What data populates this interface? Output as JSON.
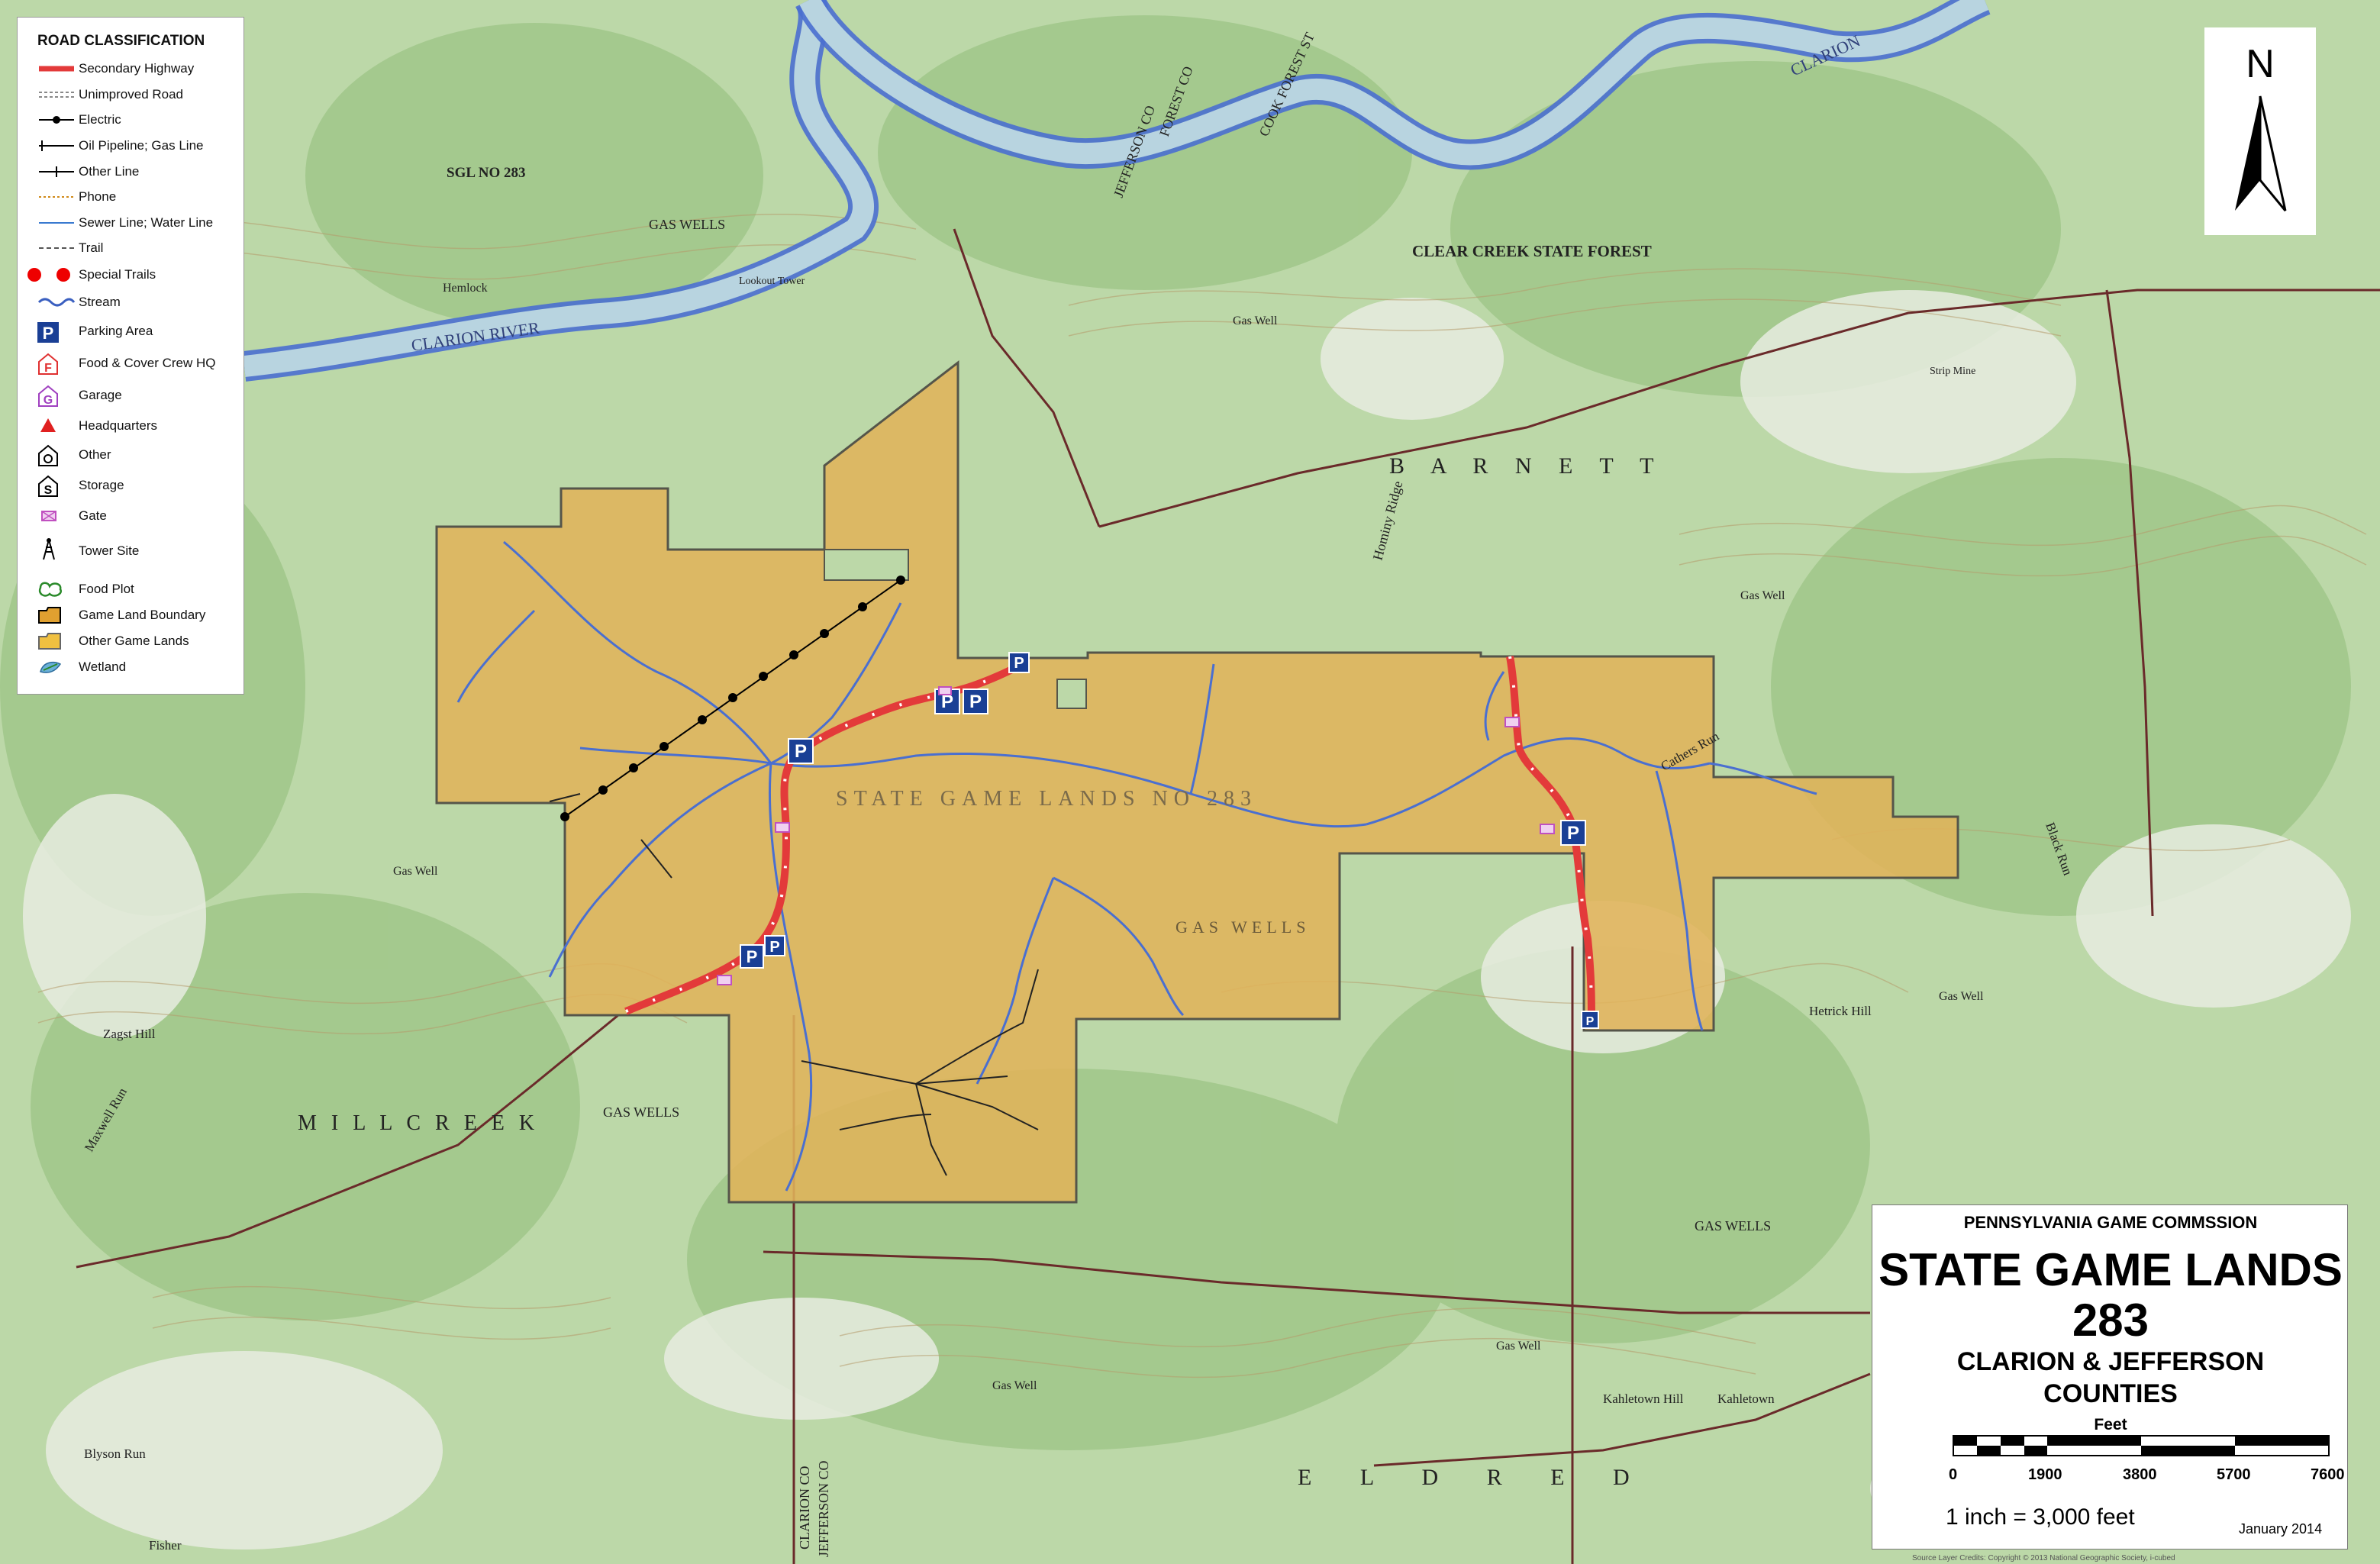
{
  "legend": {
    "title": "ROAD CLASSIFICATION",
    "items": [
      {
        "label": "Secondary Highway",
        "symbol": "secondary-highway-icon"
      },
      {
        "label": "Unimproved Road",
        "symbol": "unimproved-road-icon"
      },
      {
        "label": "Electric",
        "symbol": "electric-line-icon"
      },
      {
        "label": "Oil Pipeline; Gas Line",
        "symbol": "pipeline-icon"
      },
      {
        "label": "Other Line",
        "symbol": "other-line-icon"
      },
      {
        "label": "Phone",
        "symbol": "phone-line-icon"
      },
      {
        "label": "Sewer Line; Water Line",
        "symbol": "sewer-line-icon"
      },
      {
        "label": "Trail",
        "symbol": "trail-icon"
      },
      {
        "label": "Special Trails",
        "symbol": "special-trails-icon"
      },
      {
        "label": "Stream",
        "symbol": "stream-icon"
      },
      {
        "label": "Parking Area",
        "symbol": "parking-icon"
      },
      {
        "label": "Food & Cover Crew HQ",
        "symbol": "food-cover-hq-icon"
      },
      {
        "label": "Garage",
        "symbol": "garage-icon"
      },
      {
        "label": "Headquarters",
        "symbol": "headquarters-icon"
      },
      {
        "label": "Other",
        "symbol": "other-building-icon"
      },
      {
        "label": "Storage",
        "symbol": "storage-icon"
      },
      {
        "label": "Gate",
        "symbol": "gate-icon"
      },
      {
        "label": "Tower Site",
        "symbol": "tower-icon"
      },
      {
        "label": "Food Plot",
        "symbol": "food-plot-icon"
      },
      {
        "label": "Game Land Boundary",
        "symbol": "game-land-boundary-icon"
      },
      {
        "label": "Other Game Lands",
        "symbol": "other-game-lands-icon"
      },
      {
        "label": "Wetland",
        "symbol": "wetland-icon"
      }
    ]
  },
  "north_arrow": {
    "letter": "N"
  },
  "title_block": {
    "agency": "PENNSYLVANIA GAME COMMSSION",
    "title": "STATE GAME LANDS",
    "number": "283",
    "county_line1": "CLARION & JEFFERSON",
    "county_line2": "COUNTIES",
    "scale_units": "Feet",
    "scale_ticks": [
      "0",
      "1900",
      "3800",
      "5700",
      "7600"
    ],
    "ratio": "1 inch = 3,000 feet",
    "date": "January 2014"
  },
  "map_labels": {
    "sgl_main": "STATE GAME LANDS NO 283",
    "sgl_north": "SGL NO 283",
    "clear_creek": "CLEAR CREEK STATE FOREST",
    "barnett": "B A R N E T T",
    "millcreek": "M I L L C R E E K",
    "eldred": "E   L   D   R   E   D",
    "clarion_river": "CLARION RIVER",
    "clarion_top": "CLARION",
    "cook_forest": "COOK FOREST ST",
    "forest_co": "FOREST CO",
    "jefferson_co": "JEFFERSON CO",
    "clarion_co": "CLARION CO",
    "jefferson_co_s": "JEFFERSON CO",
    "gas_wells": "GAS WELLS",
    "gas_well": "Gas Well",
    "hetrick_hill": "Hetrick Hill",
    "kahletown_hill": "Kahletown Hill",
    "kahletown": "Kahletown",
    "zagst_hill": "Zagst Hill",
    "hemlock": "Hemlock",
    "hominy_ridge": "Hominy Ridge",
    "strip_mine": "Strip Mine",
    "lookout_tower": "Lookout Tower",
    "fisher": "Fisher",
    "blyson_run": "Blyson Run",
    "maxwell_run": "Maxwell Run",
    "cathers_run": "Cathers Run",
    "black_run": "Black Run",
    "credits": "Source Layer Credits: Copyright © 2013 National Geographic Society, i-cubed"
  },
  "colors": {
    "terrain": "#bcd8a8",
    "forest": "#9cc485",
    "clearing": "#e8ece0",
    "game_land_fill": "#e0b35a",
    "game_land_outline": "#55554a",
    "stream": "#4a6fd0",
    "river": "#b8d4e0",
    "highway": "#e33a3a",
    "road": "#6a2a2a",
    "parking": "#1a3f95",
    "gate": "#c050c0"
  }
}
